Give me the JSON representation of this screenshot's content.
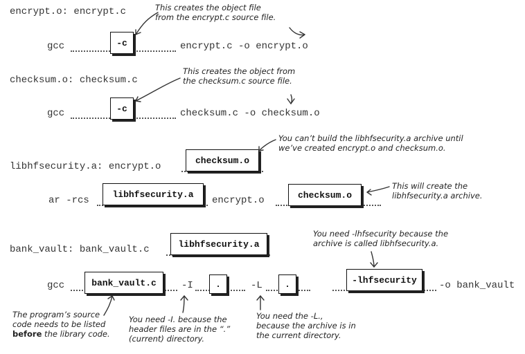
{
  "rules": {
    "encrypt_target": "encrypt.o: encrypt.c",
    "encrypt_gcc": "gcc",
    "encrypt_flag": "-c",
    "encrypt_rest": "encrypt.c -o encrypt.o",
    "checksum_target": "checksum.o: checksum.c",
    "checksum_gcc": "gcc",
    "checksum_flag": "-c",
    "checksum_rest": "checksum.c -o checksum.o",
    "lib_target": "libhfsecurity.a: encrypt.o",
    "lib_dep": "checksum.o",
    "ar_cmd": "ar -rcs",
    "ar_lib": "libhfsecurity.a",
    "ar_mid": "encrypt.o",
    "ar_obj": "checksum.o",
    "bank_target": "bank_vault: bank_vault.c",
    "bank_dep": "libhfsecurity.a",
    "bank_gcc": "gcc",
    "bank_src": "bank_vault.c",
    "bank_I": "-I",
    "bank_I_dir": ".",
    "bank_L": "-L",
    "bank_L_dir": ".",
    "bank_lib": "-lhfsecurity",
    "bank_out": "-o bank_vault"
  },
  "notes": {
    "encrypt_note": "This creates the object file\nfrom the encrypt.c source file.",
    "checksum_note": "This creates the object from\nthe checksum.c source file.",
    "archive_note": "You can’t build the libhfsecurity.a archive until\nwe’ve created encrypt.o and checksum.o.",
    "ar_note": "This will create the\nlibhfsecurity.a archive.",
    "lib_note": "You need -lhfsecurity because the\narchive is called libhfsecurity.a.",
    "source_note_1": "The program’s source\ncode needs to be listed",
    "source_note_bold": "before",
    "source_note_2": " the library code.",
    "header_note": "You need -I. because the\nheader files are in the “.”\n(current) directory.",
    "libdir_note": "You need the -L.,\nbecause the archive is in\nthe current directory."
  }
}
